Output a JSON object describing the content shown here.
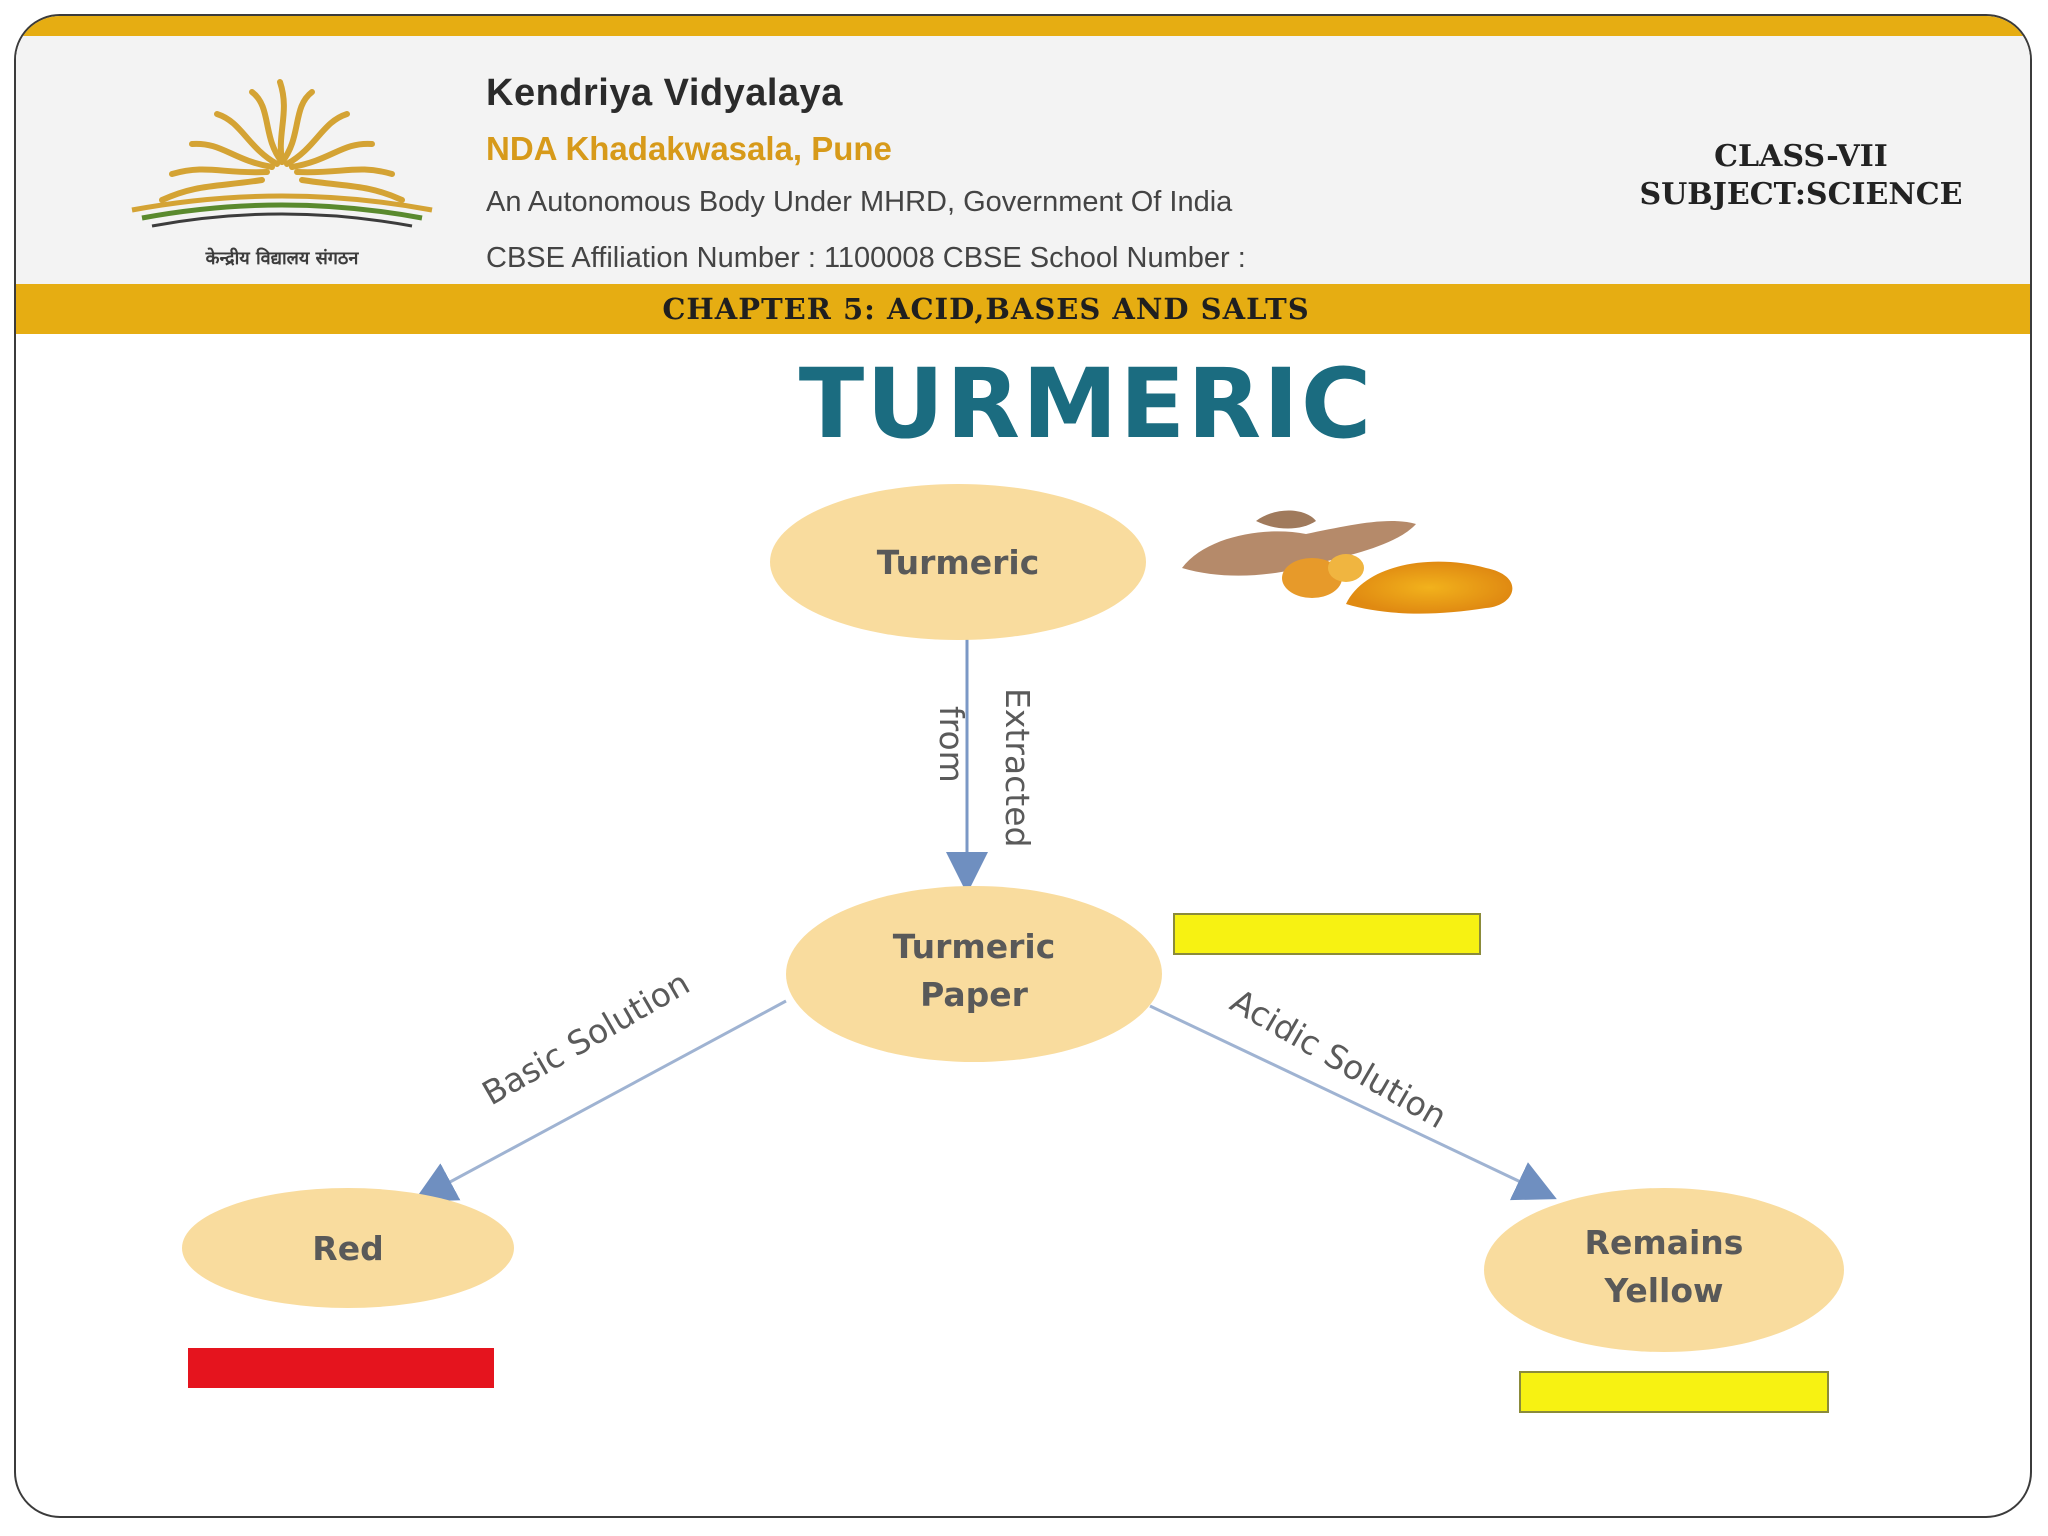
{
  "header": {
    "school_name": "Kendriya Vidyalaya",
    "campus": "NDA Khadakwasala, Pune",
    "body_line": "An Autonomous Body Under MHRD, Government Of India",
    "affiliation_line": "CBSE Affiliation Number : 1100008 CBSE School Number :",
    "class_label": "CLASS-VII",
    "subject_label": "SUBJECT:SCIENCE",
    "logo_caption": "केन्द्रीय विद्यालय संगठन"
  },
  "chapter": "CHAPTER 5: ACID,BASES AND SALTS",
  "title": "TURMERIC",
  "diagram": {
    "nodes": {
      "turmeric": "Turmeric",
      "paper_line1": "Turmeric",
      "paper_line2": "Paper",
      "red": "Red",
      "remains_line1": "Remains",
      "remains_line2": "Yellow"
    },
    "edges": {
      "extracted_line1": "Extracted",
      "extracted_line2": "from",
      "basic": "Basic Solution",
      "acidic": "Acidic Solution"
    },
    "swatches": {
      "paper_color": "#f7f212",
      "red_color": "#e5141e",
      "yellow_color": "#f7f212"
    }
  },
  "colors": {
    "accent_band": "#e6ad12",
    "title_color": "#1b6c80",
    "node_fill": "#f9dc9e"
  }
}
